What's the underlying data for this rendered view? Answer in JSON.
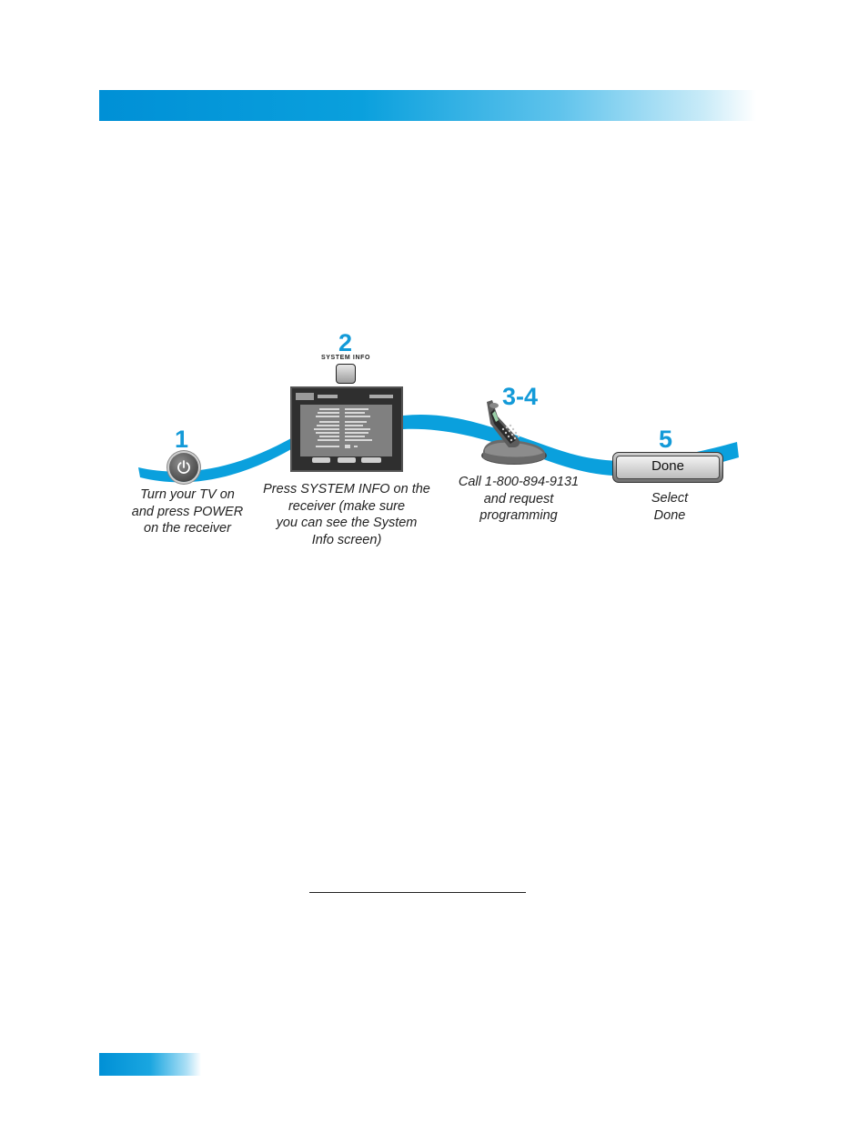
{
  "steps": [
    {
      "number": "1",
      "icon": "power-icon",
      "caption": [
        "Turn your TV on",
        "and press POWER",
        "on the receiver"
      ]
    },
    {
      "number": "2",
      "button_label": "SYSTEM INFO",
      "caption": [
        "Press SYSTEM INFO on the",
        "receiver (make sure",
        "you can see the System",
        "Info screen)"
      ]
    },
    {
      "number": "3-4",
      "icon": "phone-icon",
      "caption": [
        "Call 1-800-894-9131",
        "and request",
        "programming"
      ]
    },
    {
      "number": "5",
      "button_label": "Done",
      "caption": [
        "Select",
        "Done"
      ]
    }
  ],
  "colors": {
    "accent": "#139ad8",
    "wave": "#0aa0dd"
  }
}
